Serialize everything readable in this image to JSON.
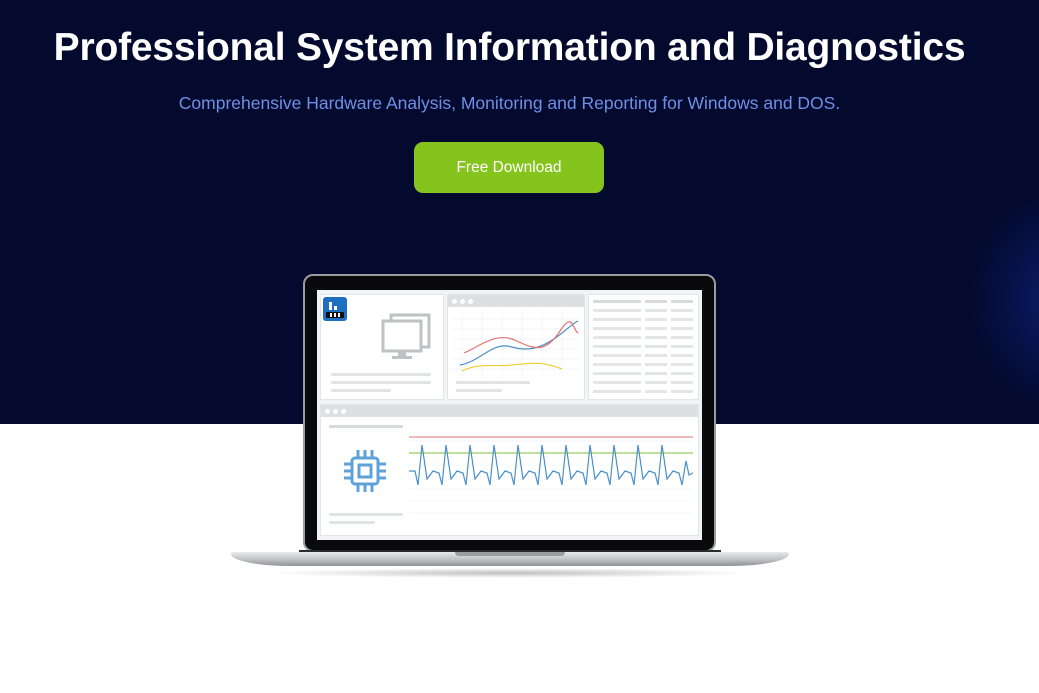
{
  "hero": {
    "title": "Professional System Information and Diagnostics",
    "subtitle": "Comprehensive Hardware Analysis, Monitoring and Reporting for Windows and DOS.",
    "cta_label": "Free Download"
  },
  "colors": {
    "hero_background": "#030a2e",
    "subtitle_text": "#6f8fe6",
    "cta_background": "#85c41c",
    "chart_red": "#e57373",
    "chart_blue": "#4a90c8",
    "chart_green": "#7bbf3a"
  },
  "illustration": {
    "device": "laptop",
    "icons": [
      "app-logo-icon",
      "monitor-icon",
      "cpu-chip-icon"
    ]
  }
}
